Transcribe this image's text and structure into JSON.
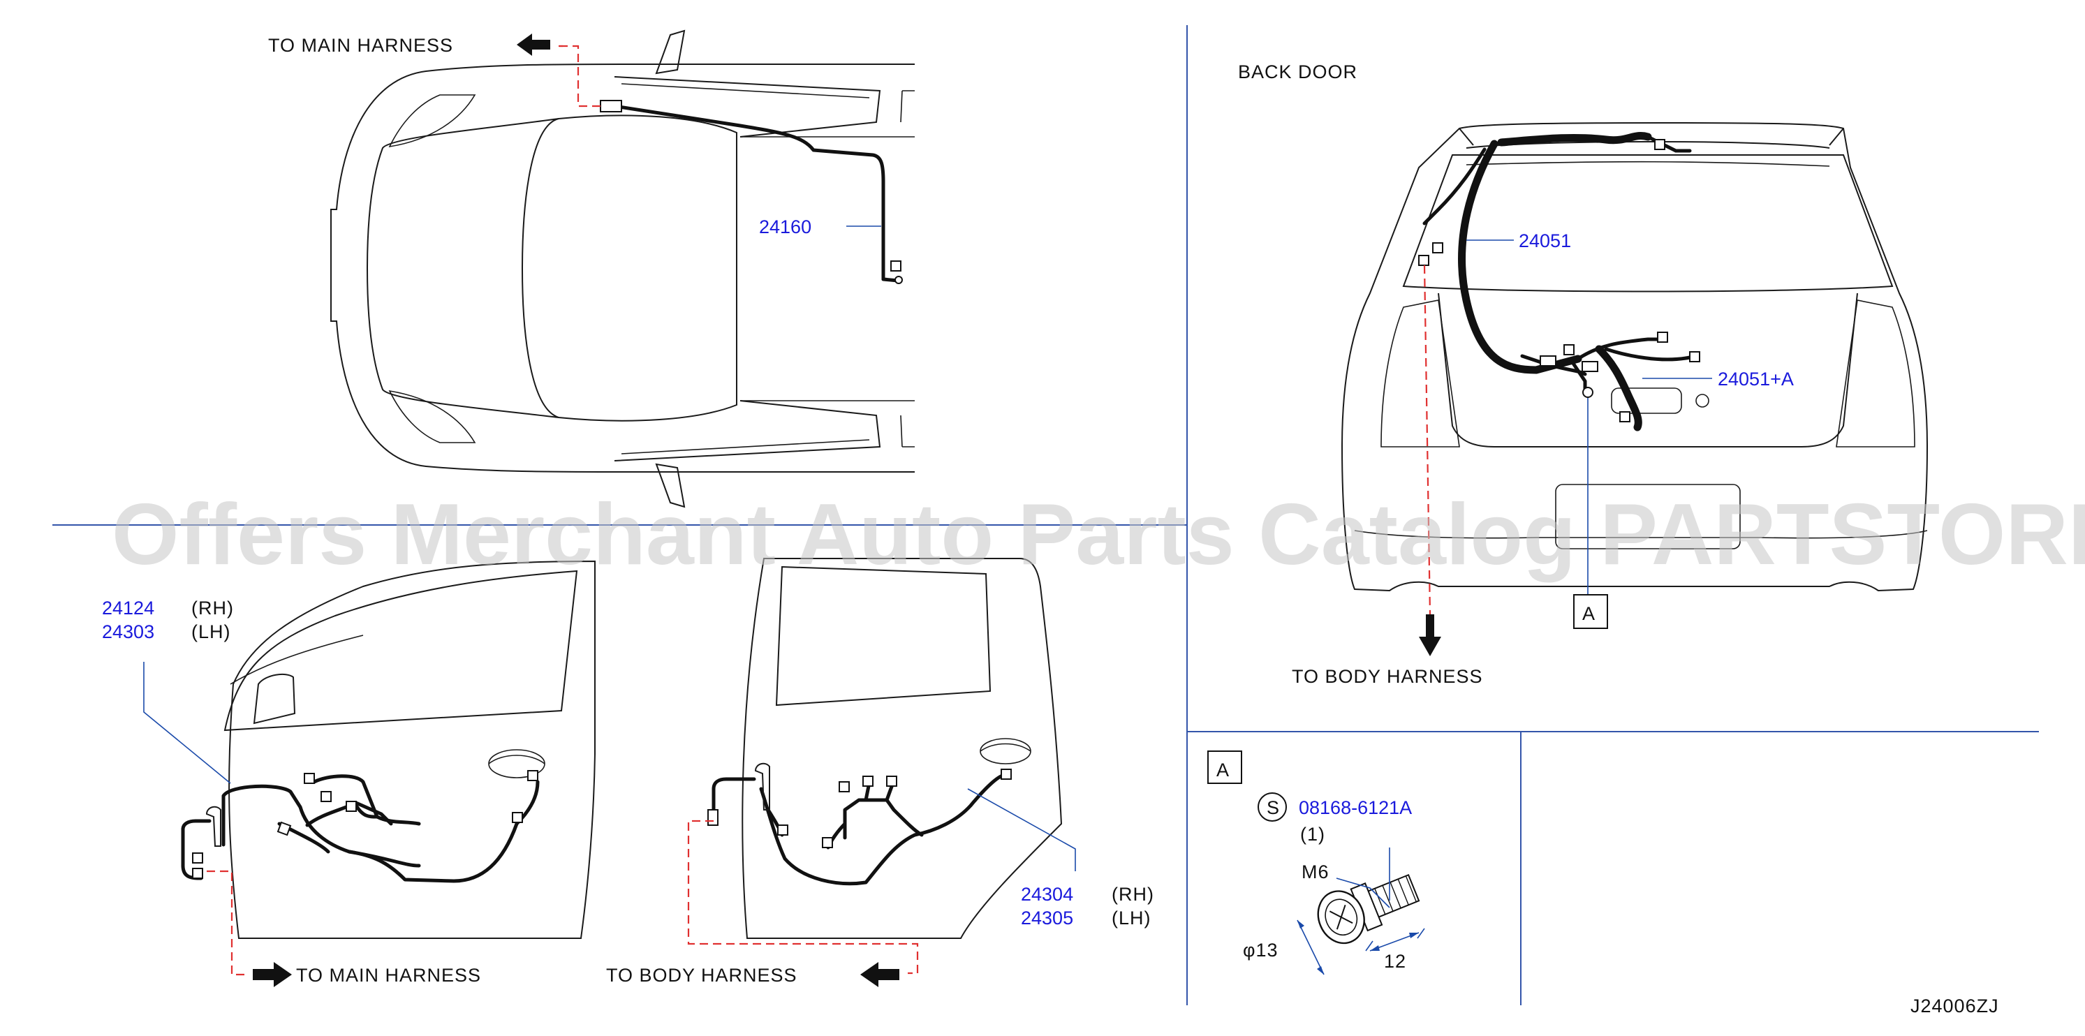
{
  "labels": {
    "to_main_harness_top": "TO  MAIN  HARNESS",
    "back_door": "BACK  DOOR",
    "to_body_harness_right": "TO  BODY  HARNESS",
    "to_main_harness_bottom": "TO  MAIN  HARNESS",
    "to_body_harness_bottom": "TO  BODY  HARNESS",
    "drawing_id": "J24006ZJ"
  },
  "parts": {
    "p24160": "24160",
    "p24051": "24051",
    "p24051a": "24051+A",
    "p24124": "24124",
    "p24124_side": "(RH)",
    "p24303": "24303",
    "p24303_side": "(LH)",
    "p24304": "24304",
    "p24304_side": "(RH)",
    "p24305": "24305",
    "p24305_side": "(LH)"
  },
  "detail": {
    "ref_a": "A",
    "callout_a": "A",
    "s_symbol": "S",
    "bolt_part": "08168-6121A",
    "bolt_qty": "(1)",
    "thread": "M6",
    "diameter": "φ13",
    "length": "12"
  },
  "watermark": "Offers Merchant Auto Parts Catalog PARTSTORE.SA"
}
